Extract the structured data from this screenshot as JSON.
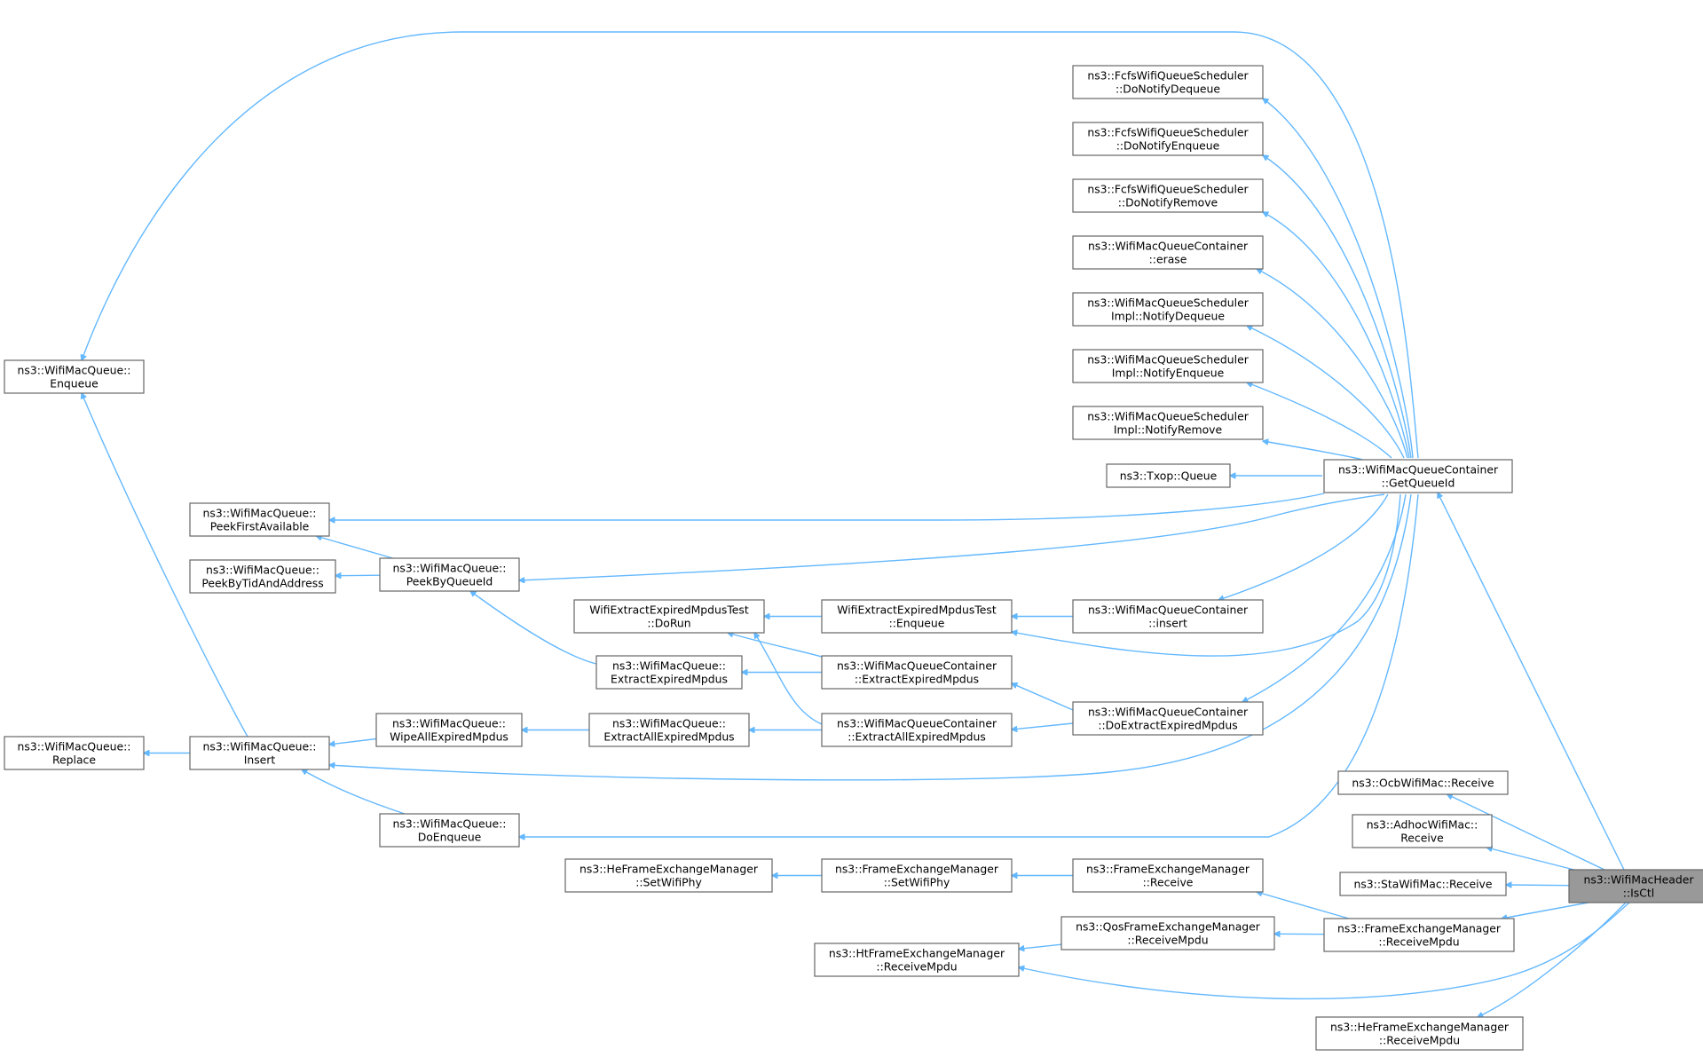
{
  "graph": {
    "nodes": {
      "isctl": [
        "ns3::WifiMacHeader",
        "::IsCtl"
      ],
      "getqueueid": [
        "ns3::WifiMacQueueContainer",
        "::GetQueueId"
      ],
      "fcfs_deq": [
        "ns3::FcfsWifiQueueScheduler",
        "::DoNotifyDequeue"
      ],
      "fcfs_enq": [
        "ns3::FcfsWifiQueueScheduler",
        "::DoNotifyEnqueue"
      ],
      "fcfs_rem": [
        "ns3::FcfsWifiQueueScheduler",
        "::DoNotifyRemove"
      ],
      "cont_erase": [
        "ns3::WifiMacQueueContainer",
        "::erase"
      ],
      "sched_deq": [
        "ns3::WifiMacQueueScheduler",
        "Impl::NotifyDequeue"
      ],
      "sched_enq": [
        "ns3::WifiMacQueueScheduler",
        "Impl::NotifyEnqueue"
      ],
      "sched_rem": [
        "ns3::WifiMacQueueScheduler",
        "Impl::NotifyRemove"
      ],
      "txop_queue": [
        "ns3::Txop::Queue"
      ],
      "q_enqueue": [
        "ns3::WifiMacQueue::",
        "Enqueue"
      ],
      "peekfirst": [
        "ns3::WifiMacQueue::",
        "PeekFirstAvailable"
      ],
      "peekbytid": [
        "ns3::WifiMacQueue::",
        "PeekByTidAndAddress"
      ],
      "peekbyqid": [
        "ns3::WifiMacQueue::",
        "PeekByQueueId"
      ],
      "test_dorun": [
        "WifiExtractExpiredMpdusTest",
        "::DoRun"
      ],
      "test_enq": [
        "WifiExtractExpiredMpdusTest",
        "::Enqueue"
      ],
      "cont_insert": [
        "ns3::WifiMacQueueContainer",
        "::insert"
      ],
      "q_extractexp": [
        "ns3::WifiMacQueue::",
        "ExtractExpiredMpdus"
      ],
      "cont_extractexp": [
        "ns3::WifiMacQueueContainer",
        "::ExtractExpiredMpdus"
      ],
      "cont_doextract": [
        "ns3::WifiMacQueueContainer",
        "::DoExtractExpiredMpdus"
      ],
      "q_replace": [
        "ns3::WifiMacQueue::",
        "Replace"
      ],
      "q_insert": [
        "ns3::WifiMacQueue::",
        "Insert"
      ],
      "q_wipe": [
        "ns3::WifiMacQueue::",
        "WipeAllExpiredMpdus"
      ],
      "q_extractall": [
        "ns3::WifiMacQueue::",
        "ExtractAllExpiredMpdus"
      ],
      "cont_extractall": [
        "ns3::WifiMacQueueContainer",
        "::ExtractAllExpiredMpdus"
      ],
      "q_doenqueue": [
        "ns3::WifiMacQueue::",
        "DoEnqueue"
      ],
      "ocb_receive": [
        "ns3::OcbWifiMac::Receive"
      ],
      "adhoc_receive": [
        "ns3::AdhocWifiMac::",
        "Receive"
      ],
      "sta_receive": [
        "ns3::StaWifiMac::Receive"
      ],
      "he_setphy": [
        "ns3::HeFrameExchangeManager",
        "::SetWifiPhy"
      ],
      "fem_setphy": [
        "ns3::FrameExchangeManager",
        "::SetWifiPhy"
      ],
      "fem_receive": [
        "ns3::FrameExchangeManager",
        "::Receive"
      ],
      "qos_rxmpdu": [
        "ns3::QosFrameExchangeManager",
        "::ReceiveMpdu"
      ],
      "fem_rxmpdu": [
        "ns3::FrameExchangeManager",
        "::ReceiveMpdu"
      ],
      "ht_rxmpdu": [
        "ns3::HtFrameExchangeManager",
        "::ReceiveMpdu"
      ],
      "he_rxmpdu": [
        "ns3::HeFrameExchangeManager",
        "::ReceiveMpdu"
      ]
    },
    "edges": [
      [
        "getqueueid",
        "isctl"
      ],
      [
        "ocb_receive",
        "isctl"
      ],
      [
        "adhoc_receive",
        "isctl"
      ],
      [
        "sta_receive",
        "isctl"
      ],
      [
        "fem_rxmpdu",
        "isctl"
      ],
      [
        "ht_rxmpdu",
        "isctl"
      ],
      [
        "he_rxmpdu",
        "isctl"
      ],
      [
        "q_enqueue",
        "getqueueid"
      ],
      [
        "fcfs_deq",
        "getqueueid"
      ],
      [
        "fcfs_enq",
        "getqueueid"
      ],
      [
        "fcfs_rem",
        "getqueueid"
      ],
      [
        "cont_erase",
        "getqueueid"
      ],
      [
        "sched_deq",
        "getqueueid"
      ],
      [
        "sched_enq",
        "getqueueid"
      ],
      [
        "sched_rem",
        "getqueueid"
      ],
      [
        "txop_queue",
        "getqueueid"
      ],
      [
        "peekfirst",
        "getqueueid"
      ],
      [
        "peekbyqid",
        "getqueueid"
      ],
      [
        "cont_insert",
        "getqueueid"
      ],
      [
        "test_enq",
        "getqueueid"
      ],
      [
        "cont_doextract",
        "getqueueid"
      ],
      [
        "q_insert",
        "getqueueid"
      ],
      [
        "q_doenqueue",
        "getqueueid"
      ],
      [
        "peekfirst",
        "peekbyqid"
      ],
      [
        "peekbytid",
        "peekbyqid"
      ],
      [
        "peekbyqid",
        "q_extractexp"
      ],
      [
        "test_dorun",
        "test_enq"
      ],
      [
        "test_enq",
        "cont_insert"
      ],
      [
        "test_dorun",
        "cont_extractexp"
      ],
      [
        "test_dorun",
        "cont_extractall"
      ],
      [
        "q_extractexp",
        "cont_extractexp"
      ],
      [
        "cont_extractexp",
        "cont_doextract"
      ],
      [
        "cont_extractall",
        "cont_doextract"
      ],
      [
        "q_extractall",
        "cont_extractall"
      ],
      [
        "q_wipe",
        "q_extractall"
      ],
      [
        "q_insert",
        "q_wipe"
      ],
      [
        "q_replace",
        "q_insert"
      ],
      [
        "q_enqueue",
        "q_insert"
      ],
      [
        "q_insert",
        "q_doenqueue"
      ],
      [
        "he_setphy",
        "fem_setphy"
      ],
      [
        "fem_setphy",
        "fem_receive"
      ],
      [
        "fem_receive",
        "fem_rxmpdu"
      ],
      [
        "qos_rxmpdu",
        "fem_rxmpdu"
      ],
      [
        "ht_rxmpdu",
        "qos_rxmpdu"
      ]
    ]
  }
}
